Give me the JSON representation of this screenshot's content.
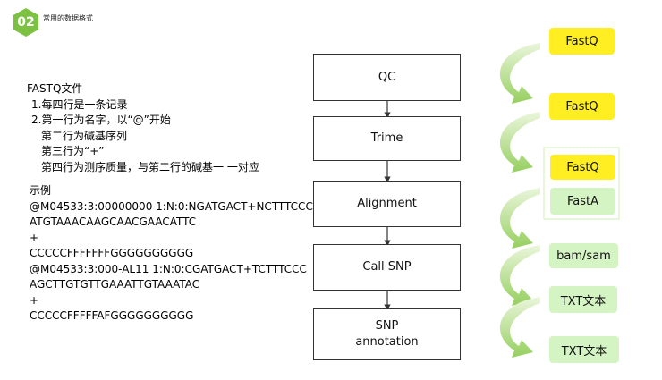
{
  "header": {
    "number": "02",
    "title": "常用的数据格式"
  },
  "fastq_description": {
    "heading": "FASTQ文件",
    "rule1": "1.每四行是一条记录",
    "rule2": "2.第一行为名字，以“@”开始",
    "line_b": "第二行为碱基序列",
    "line_c": "第三行为“+”",
    "line_d": "第四行为测序质量，与第二行的碱基一 一对应"
  },
  "example": {
    "label": "示例",
    "lines": [
      "@M04533:3:00000000 1:N:0:NGATGACT+NCTTTCCC",
      "ATGTAAACAAGCAACGAACATTC",
      "+",
      "CCCCCFFFFFFFGGGGGGGGGG",
      "@M04533:3:000-AL11 1:N:0:CGATGACT+TCTTTCCC",
      "AGCTTGTGTTGAAATTGTAAATAC",
      "+",
      "CCCCCFFFFFAFGGGGGGGGGG"
    ]
  },
  "pipeline": {
    "steps": [
      "QC",
      "Trime",
      "Alignment",
      "Call SNP",
      "SNP\nannotation"
    ]
  },
  "file_formats": {
    "items": [
      "FastQ",
      "FastQ",
      "FastQ",
      "FastA",
      "bam/sam",
      "TXT文本",
      "TXT文本"
    ]
  }
}
